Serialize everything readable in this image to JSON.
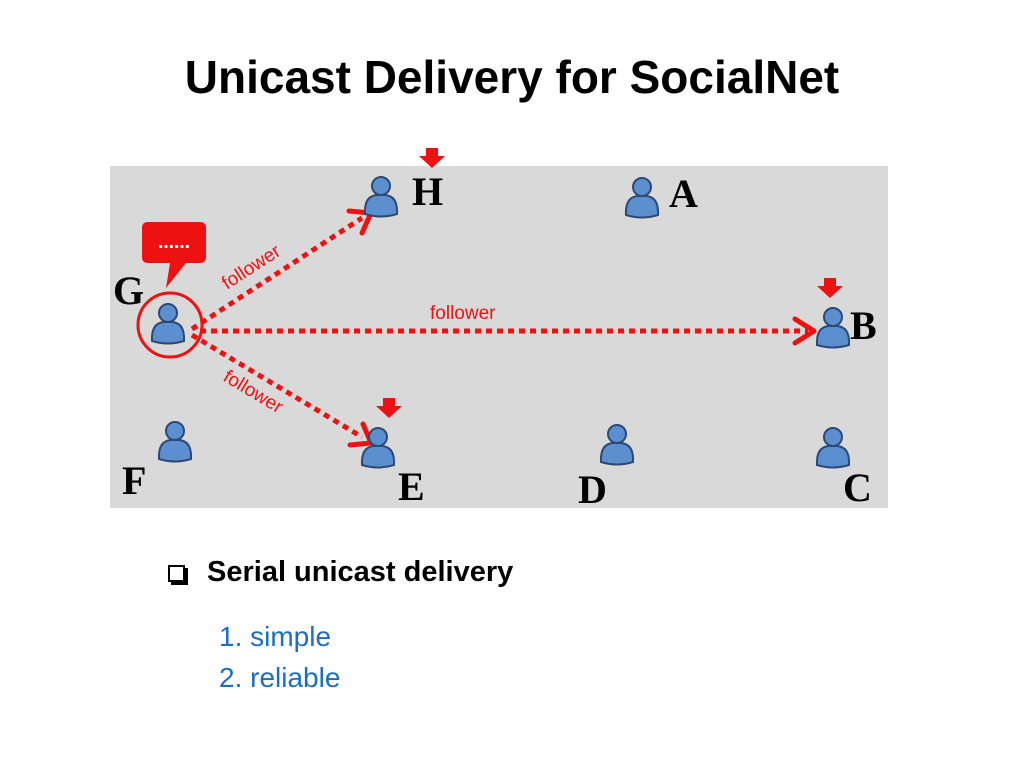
{
  "title": "Unicast Delivery for SocialNet",
  "diagram": {
    "background_color": "#d9d9d9",
    "accent_color": "#ee1111",
    "person_color": "#5b8fcf",
    "nodes": [
      {
        "id": "H",
        "label": "H",
        "marker": true
      },
      {
        "id": "A",
        "label": "A",
        "marker": false
      },
      {
        "id": "G",
        "label": "G",
        "marker": false,
        "circled": true
      },
      {
        "id": "B",
        "label": "B",
        "marker": true
      },
      {
        "id": "F",
        "label": "F",
        "marker": false
      },
      {
        "id": "E",
        "label": "E",
        "marker": true
      },
      {
        "id": "D",
        "label": "D",
        "marker": false
      },
      {
        "id": "C",
        "label": "C",
        "marker": false
      }
    ],
    "edges": [
      {
        "from": "G",
        "to": "H",
        "label": "follower"
      },
      {
        "from": "G",
        "to": "B",
        "label": "follower"
      },
      {
        "from": "G",
        "to": "E",
        "label": "follower"
      }
    ],
    "speech_bubble": "……"
  },
  "bullet": {
    "heading": "Serial unicast delivery",
    "items": [
      "1. simple",
      "2. reliable"
    ]
  }
}
